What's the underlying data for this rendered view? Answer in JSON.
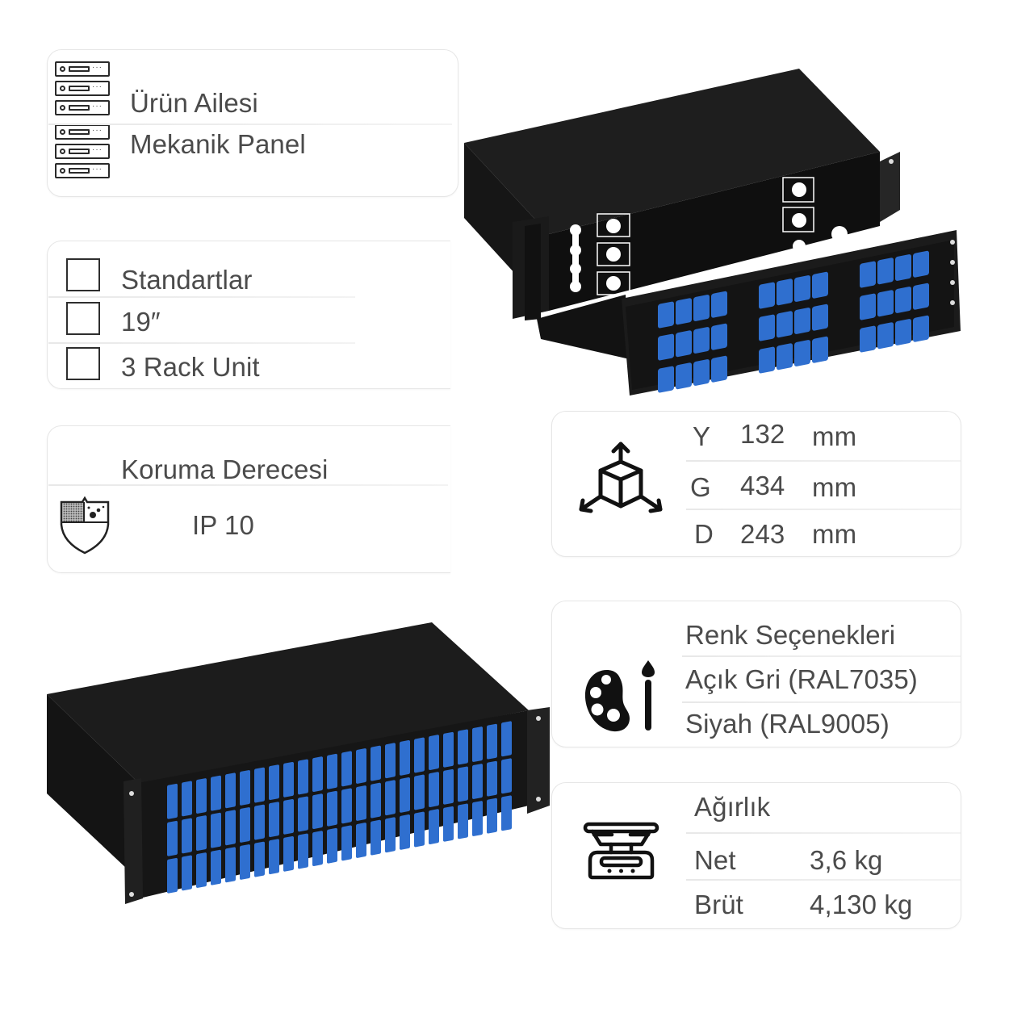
{
  "product_family": {
    "label": "Ürün Ailesi",
    "value": "Mekanik Panel",
    "icon": "server-rack-icon"
  },
  "standards": {
    "items": [
      {
        "label": "Standartlar",
        "checked": false
      },
      {
        "label": "19″",
        "checked": false
      },
      {
        "label": "3 Rack Unit",
        "checked": false
      }
    ]
  },
  "protection": {
    "label": "Koruma Derecesi",
    "value": "IP 10",
    "icon": "protection-shield-icon"
  },
  "dimensions": {
    "icon": "3d-dimensions-cube-icon",
    "rows": [
      {
        "axis": "Y",
        "value": "132",
        "unit": "mm"
      },
      {
        "axis": "G",
        "value": "434",
        "unit": "mm"
      },
      {
        "axis": "D",
        "value": "243",
        "unit": "mm"
      }
    ]
  },
  "colors": {
    "label": "Renk Seçenekleri",
    "icon": "palette-brush-icon",
    "options": [
      {
        "label": "Açık Gri (RAL7035)"
      },
      {
        "label": "Siyah (RAL9005)"
      }
    ]
  },
  "weight": {
    "label": "Ağırlık",
    "icon": "kitchen-scale-icon",
    "rows": [
      {
        "label": "Net",
        "value": "3,6 kg"
      },
      {
        "label": "Brüt",
        "value": "4,130 kg"
      }
    ]
  },
  "images": {
    "top": "open-drawer-fiber-patch-panel-3u",
    "bottom": "closed-fiber-patch-panel-3u-blue-sc-adapters"
  },
  "colors_palette": {
    "text": "#4b4b4b",
    "card_border": "#e6e6e6",
    "adapter_blue": "#2f6fcf",
    "panel_black": "#1c1c1c"
  }
}
